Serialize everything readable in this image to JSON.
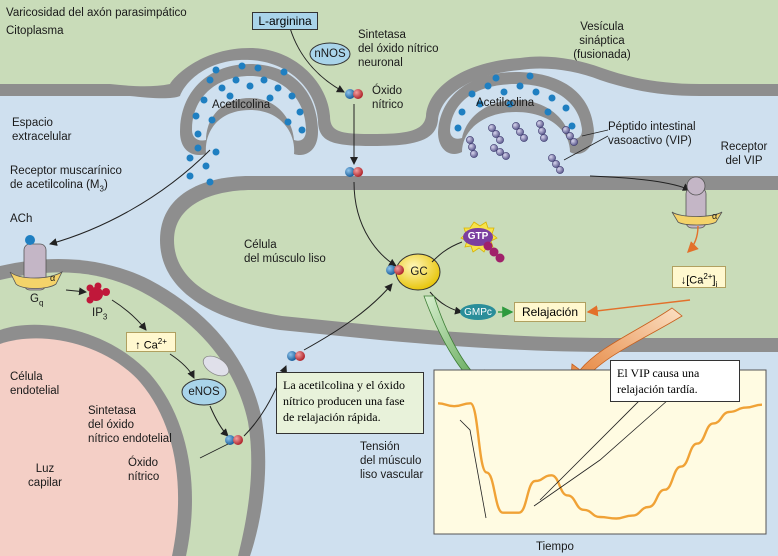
{
  "labels": {
    "varicosity": "Varicosidad del axón parasimpático",
    "cytoplasm": "Citoplasma",
    "l_arginine": "L-arginina",
    "nnos": "nNOS",
    "nnos_name": [
      "Sintetasa",
      "del óxido nítrico",
      "neuronal"
    ],
    "no_top": [
      "Óxido",
      "nítrico"
    ],
    "vesicle": [
      "Vesícula",
      "sináptica",
      "(fusionada)"
    ],
    "ach_left": "Acetilcolina",
    "ach_right": "Acetilcolina",
    "vip": [
      "Péptido intestinal",
      "vasoactivo (VIP)"
    ],
    "vip_receptor": [
      "Receptor",
      "del VIP"
    ],
    "extracellular": [
      "Espacio",
      "extracelular"
    ],
    "muscarinic": [
      "Receptor muscarínico",
      "de acetilcolina (M"
    ],
    "muscarinic_sub": "3",
    "ach_short": "ACh",
    "smooth_muscle": [
      "Célula",
      "del músculo liso"
    ],
    "gtp": "GTP",
    "gc": "GC",
    "gmpc": "GMPc",
    "relaxation": "Relajación",
    "ca_vip": "[Ca",
    "ca_sup": "2+",
    "ca_sub": "i",
    "gq": "G",
    "gq_sub": "q",
    "ip3": "IP",
    "ip3_sub": "3",
    "ca_endo": "Ca",
    "alpha": "α",
    "endothelial": [
      "Célula",
      "endotelial"
    ],
    "enos": "eNOS",
    "enos_name": [
      "Sintetasa",
      "del óxido",
      "nítrico endotelial"
    ],
    "no_bottom": [
      "Óxido",
      "nítrico"
    ],
    "lumen": [
      "Luz",
      "capilar"
    ],
    "callout_fast": [
      "La acetilcolina y el óxido",
      "nítrico producen una fase",
      "de relajación rápida."
    ],
    "callout_late": [
      "El VIP causa una",
      "relajación tardía."
    ],
    "tension": [
      "Tensión",
      "del músculo",
      "liso vascular"
    ],
    "time": "Tiempo"
  },
  "colors": {
    "background": "#cfe0ef",
    "membrane": "#8e8e8e",
    "cytoplasm": "#c9dcb9",
    "lumen": "#f4cfc6",
    "molecule": "#1f7fc1",
    "vip": "#7b78a8",
    "curve": "#f0a236",
    "callout": "#e8f2da",
    "nos": "#a9d4ea"
  },
  "chart_data": {
    "type": "line",
    "title": "",
    "xlabel": "Tiempo",
    "ylabel": "Tensión del músculo liso vascular",
    "x": [
      0,
      0.05,
      0.1,
      0.15,
      0.2,
      0.25,
      0.3,
      0.35,
      0.4,
      0.45,
      0.5,
      0.55,
      0.6,
      0.65,
      0.7,
      0.75,
      0.8,
      0.85,
      0.9,
      0.95,
      1.0
    ],
    "series": [
      {
        "values": [
          0.88,
          0.86,
          0.88,
          0.4,
          0.12,
          0.12,
          0.34,
          0.38,
          0.24,
          0.14,
          0.09,
          0.08,
          0.1,
          0.16,
          0.28,
          0.44,
          0.6,
          0.74,
          0.82,
          0.85,
          0.87
        ]
      }
    ]
  }
}
